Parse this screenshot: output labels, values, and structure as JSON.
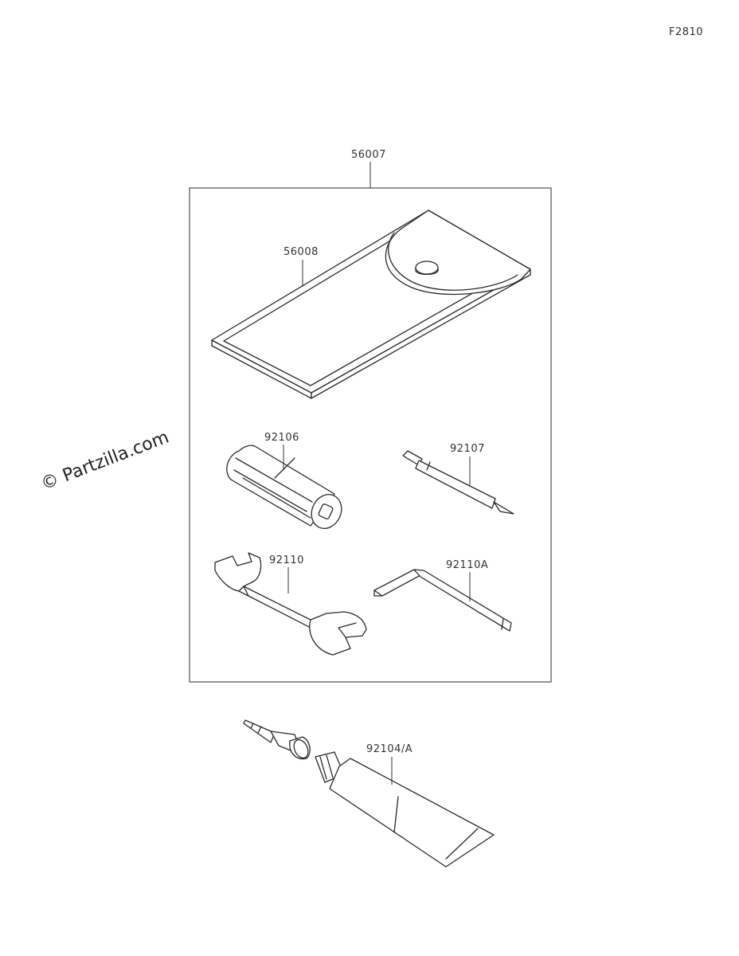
{
  "diagram_code": "F2810",
  "watermark": "© Partzilla.com",
  "parts": {
    "kit": "56007",
    "case": "56008",
    "screwdriver_handle": "92106",
    "screwdriver_bit": "92107",
    "wrench": "92110",
    "hex_key": "92110A",
    "grease_tube": "92104/A"
  }
}
